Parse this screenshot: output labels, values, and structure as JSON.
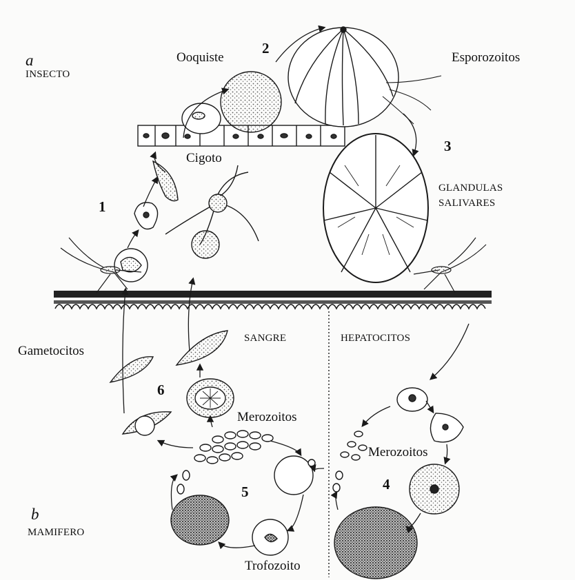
{
  "panels": {
    "insect": {
      "letter": "a",
      "title": "INSECTO"
    },
    "mammal": {
      "letter": "b",
      "title": "MAMIFERO"
    }
  },
  "regions": {
    "blood": "SANGRE",
    "liver": "HEPATOCITOS"
  },
  "stages": {
    "oocyst": "Ooquiste",
    "sporozoites": "Esporozoitos",
    "zygote": "Cigoto",
    "glands_line1": "GLANDULAS",
    "glands_line2": "SALIVARES",
    "gametocytes": "Gametocitos",
    "merozoites_blood": "Merozoitos",
    "merozoites_liver": "Merozoitos",
    "trophozoite": "Trofozoito"
  },
  "step_numbers": [
    "1",
    "2",
    "3",
    "4",
    "5",
    "6"
  ],
  "colors": {
    "ink": "#1a1a1a",
    "paper": "#fbfbfa",
    "stipple": "#555555"
  },
  "icons": [
    "mosquito-icon",
    "mosquito-icon"
  ]
}
